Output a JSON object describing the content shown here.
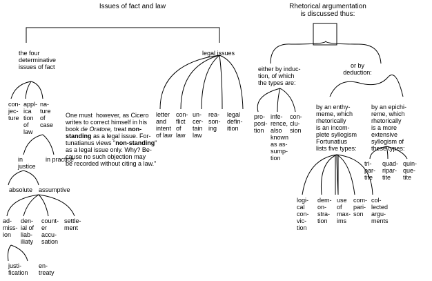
{
  "left_title": "Issues of fact and law",
  "right_title": "Rhetorical argumentation\nis discussed thus:",
  "fact": {
    "heading": "the four\ndeterminative\nissues of fact",
    "items": [
      "con-\njec-\nture",
      "appl-\nica\ntion\nof\nlaw",
      "na-\nture\nof\ncase"
    ],
    "note_parts": [
      "One must  however, as Cicero\nwrites to correct himself in his\nbook ",
      "de Oratore,",
      " treat ",
      "non-\nstanding",
      " as a legal issue. For-\ntunatianus views \"",
      "non-standing",
      "\"\nas a legal issue only. Why? Be-\ncause no such objection may\nbe recorded without citing a law.\""
    ],
    "case": {
      "in_justice": "in\njustice",
      "in_practice": "in practice",
      "absolute": "absolute",
      "assumptive": "assumptive",
      "assumptive_items": [
        "ad-\nmiss-\nion",
        "den-\nial of\nliab-\niliaty",
        "count-\ner\naccu-\nsation",
        "settle-\nment"
      ],
      "admission_items": [
        "justi-\nfication",
        "en-\ntreaty"
      ]
    }
  },
  "legal": {
    "heading": "legal issues",
    "items": [
      "letter\nand\nintent\nof law",
      "con-\nflict\nof\nlaw",
      "un-\ncer-\ntain\nlaw",
      "rea-\nson-\ning",
      "legal\ndefin-\nition"
    ]
  },
  "induction": {
    "heading": "either by induc-\ntion, of which\nthe types are:",
    "items": [
      "pro-\nposi-\ntion",
      "infe-\nrence,\nalso\nknown\nas as-\nsump-\ntion",
      "con-\nclu-\nsion"
    ]
  },
  "deduction": {
    "heading": "or by\ndeduction:",
    "enthymeme": {
      "text": "by an enthy-\nmeme, which\nrhetorically\nis an incom-\nplete syllogism\nFortunatius\nlists five types:",
      "items": [
        "logi-\ncal\ncon-\nvic-\ntion",
        "dem-\non-\nstra-\ntion",
        "use\nof\nmax-\nims",
        "com-\npari-\nson",
        "col-\nlected\nargu-\nments"
      ]
    },
    "epichireme": {
      "text": "by an epichi-\nreme, which\nrhetorically\nis a more\nextensive\nsyllogism of\nthese types:",
      "items": [
        "tri-\npar-\ntite",
        "quad-\nripar-\ntite",
        "quin-\nque-\ntite"
      ]
    }
  }
}
